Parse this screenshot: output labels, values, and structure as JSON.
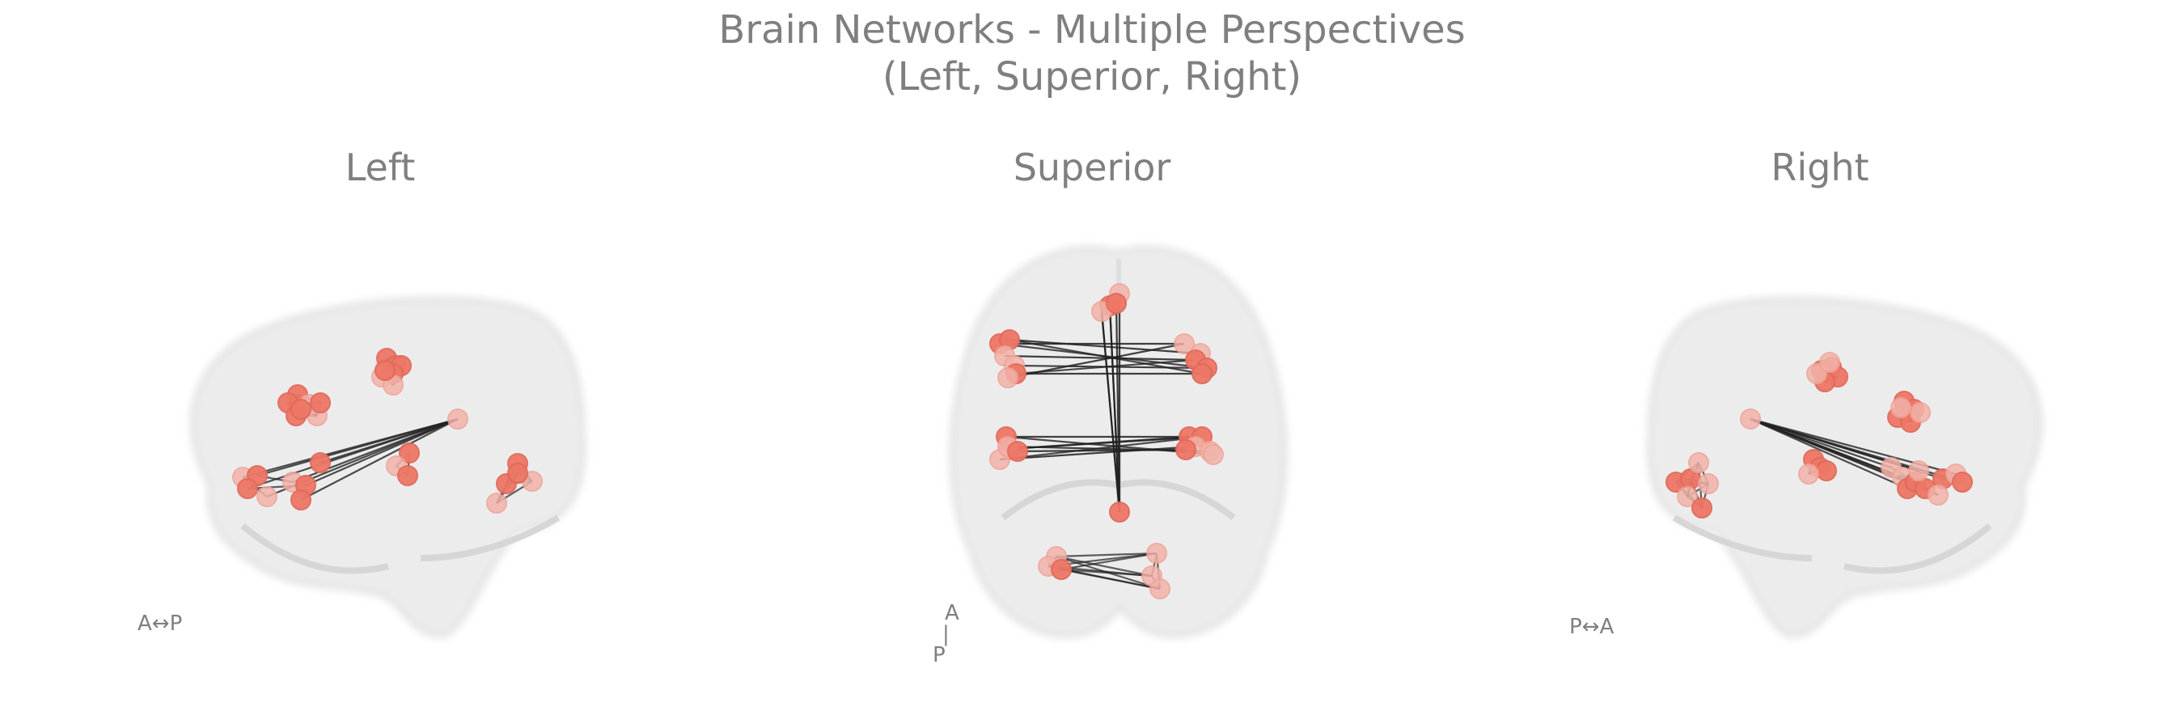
{
  "title": {
    "line1": "Brain Networks - Multiple Perspectives",
    "line2": "(Left, Superior, Right)"
  },
  "panels": {
    "left": {
      "title": "Left",
      "orientation": "A↔P"
    },
    "superior": {
      "title": "Superior",
      "orientation": {
        "top": "A",
        "bar": "|",
        "bottom": "P"
      }
    },
    "right": {
      "title": "Right",
      "orientation": "P↔A"
    }
  },
  "colors": {
    "node": "#ee7766",
    "node_faded": "#f2b3aa",
    "edge": "#222222",
    "brain": "#e6e6e6",
    "text": "#7f7f7f"
  }
}
